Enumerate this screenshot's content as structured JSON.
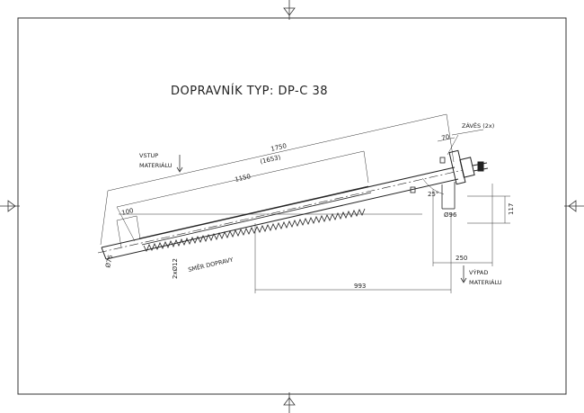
{
  "drawing": {
    "title": "DOPRAVNÍK TYP: DP-C 38",
    "notes": {
      "inlet_line1": "VSTUP",
      "inlet_line2": "MATERIÁLU",
      "outlet_line1": "VÝPAD",
      "outlet_line2": "MATERIÁLU",
      "hanger": "ZÁVĚS (2x)",
      "direction": "SMĚR DOPRAVY"
    },
    "dimensions": {
      "overall_length": "1750",
      "center_length": "(1653)",
      "screw_length": "1150",
      "inlet_offset": "100",
      "hanger_offset": "70",
      "angle": "25°",
      "tube_diameter": "Ø96",
      "inlet_diameter": "Ø76",
      "holes": "2xØ12",
      "height": "117",
      "outlet_width": "250",
      "horizontal_span": "993"
    }
  }
}
